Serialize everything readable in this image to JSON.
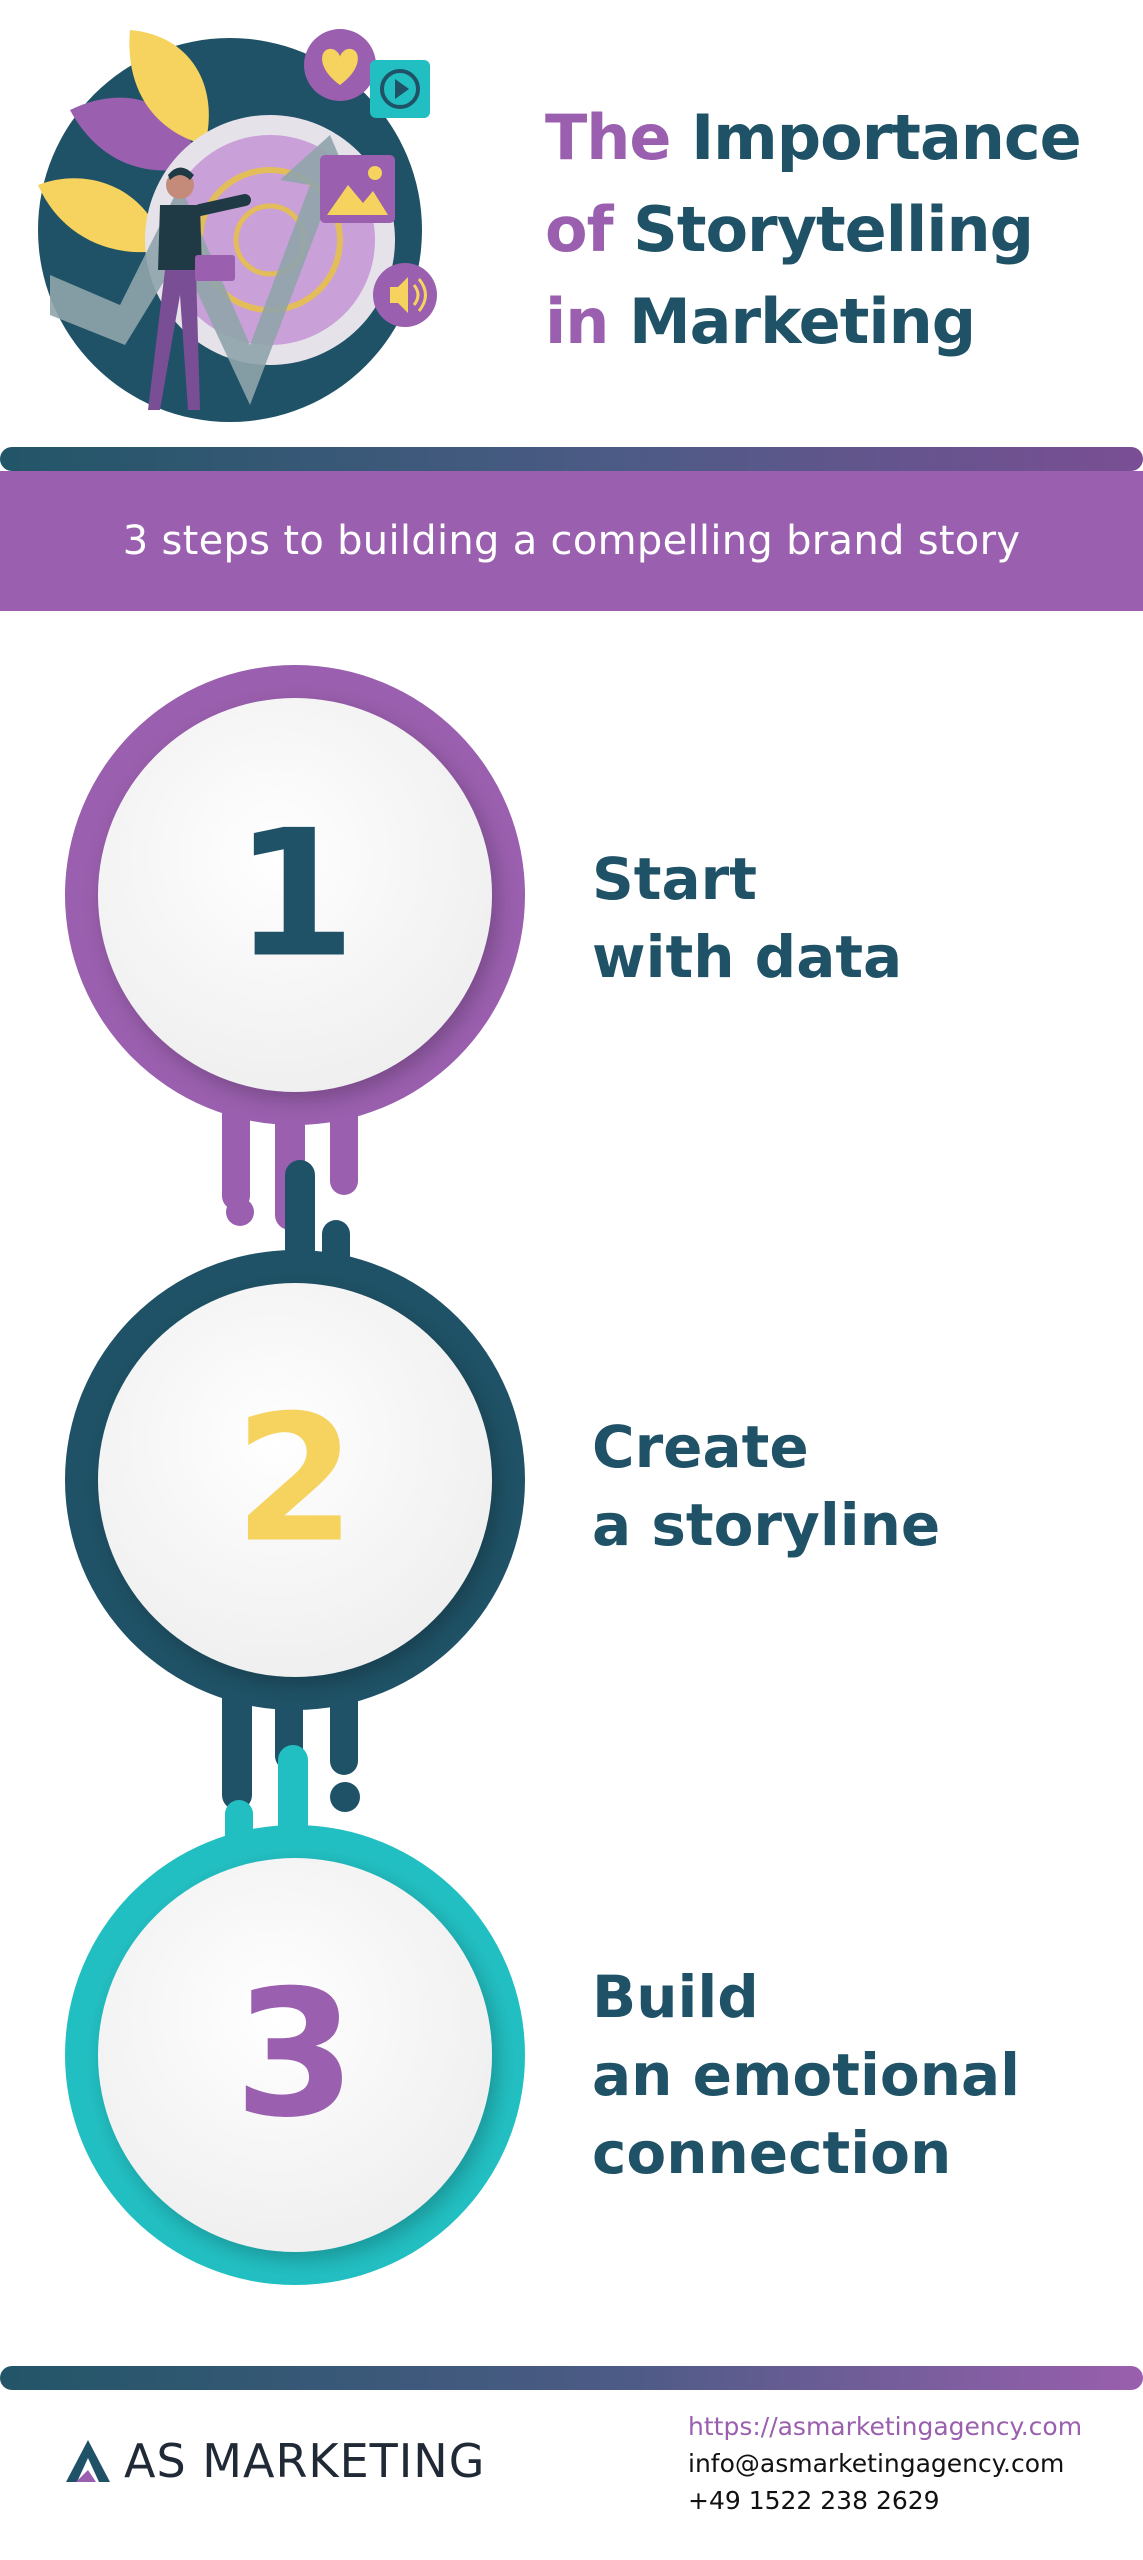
{
  "header": {
    "title_lines": [
      {
        "accent": "The",
        "rest": "Importance"
      },
      {
        "accent": "of",
        "rest": "Storytelling"
      },
      {
        "accent": "in",
        "rest": "Marketing"
      }
    ],
    "subtitle": "3 steps to building a compelling brand story"
  },
  "steps": [
    {
      "number": "1",
      "lines": [
        "Start",
        "with data"
      ],
      "ring_color": "#9a5fae",
      "number_color": "#1f5266"
    },
    {
      "number": "2",
      "lines": [
        "Create",
        "a storyline"
      ],
      "ring_color": "#1f5266",
      "number_color": "#f5d35e"
    },
    {
      "number": "3",
      "lines": [
        "Build",
        "an emotional",
        "connection"
      ],
      "ring_color": "#22bfc2",
      "number_color": "#9a5fae"
    }
  ],
  "footer": {
    "brand": "AS MARKETING",
    "url": "https://asmarketingagency.com",
    "email": "info@asmarketingagency.com",
    "phone": "+49 1522 238 2629"
  },
  "colors": {
    "purple": "#9a5fae",
    "navy": "#1f5266",
    "teal": "#22bfc2",
    "yellow": "#f5d35e"
  },
  "icons": [
    "heart-icon",
    "play-icon",
    "image-icon",
    "speaker-icon",
    "presenter-illustration"
  ]
}
